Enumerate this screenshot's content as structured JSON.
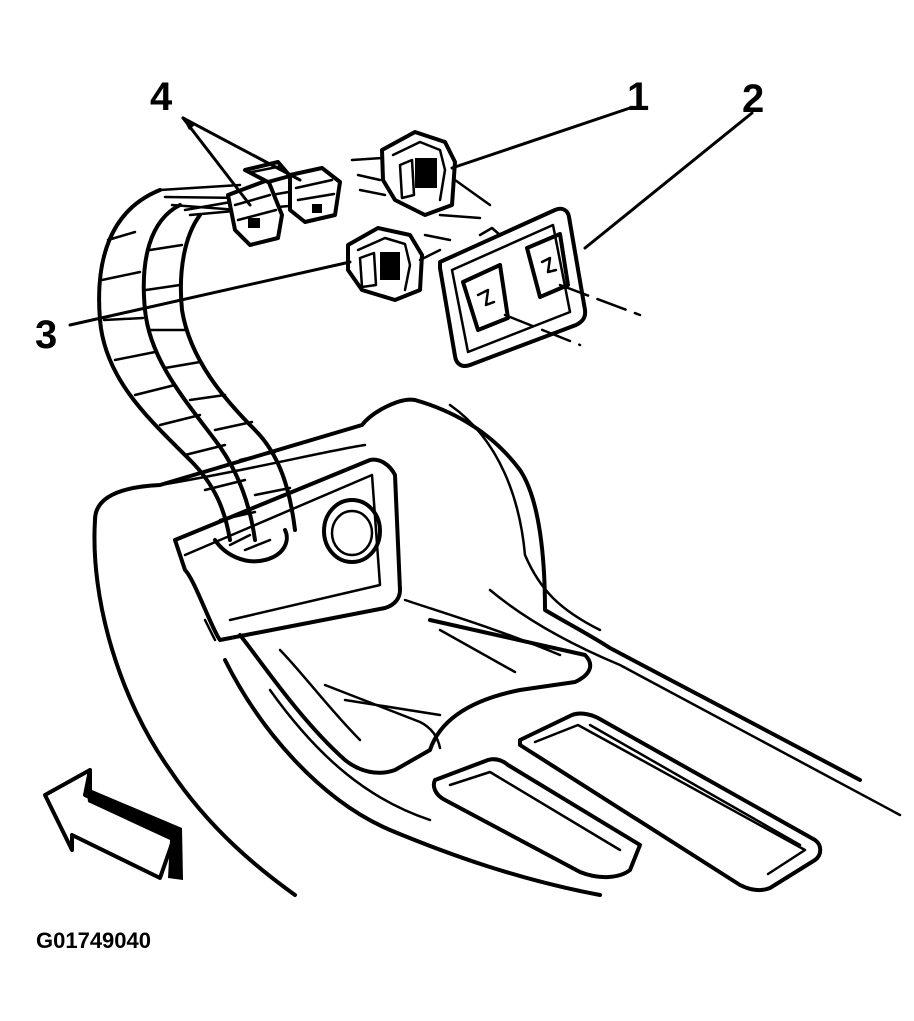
{
  "callouts": {
    "c1": "1",
    "c2": "2",
    "c3": "3",
    "c4": "4"
  },
  "figure_id": "G01749040",
  "icons": {
    "forward_arrow": "arrow-forward-icon"
  },
  "colors": {
    "ink": "#000000",
    "paper": "#ffffff"
  }
}
